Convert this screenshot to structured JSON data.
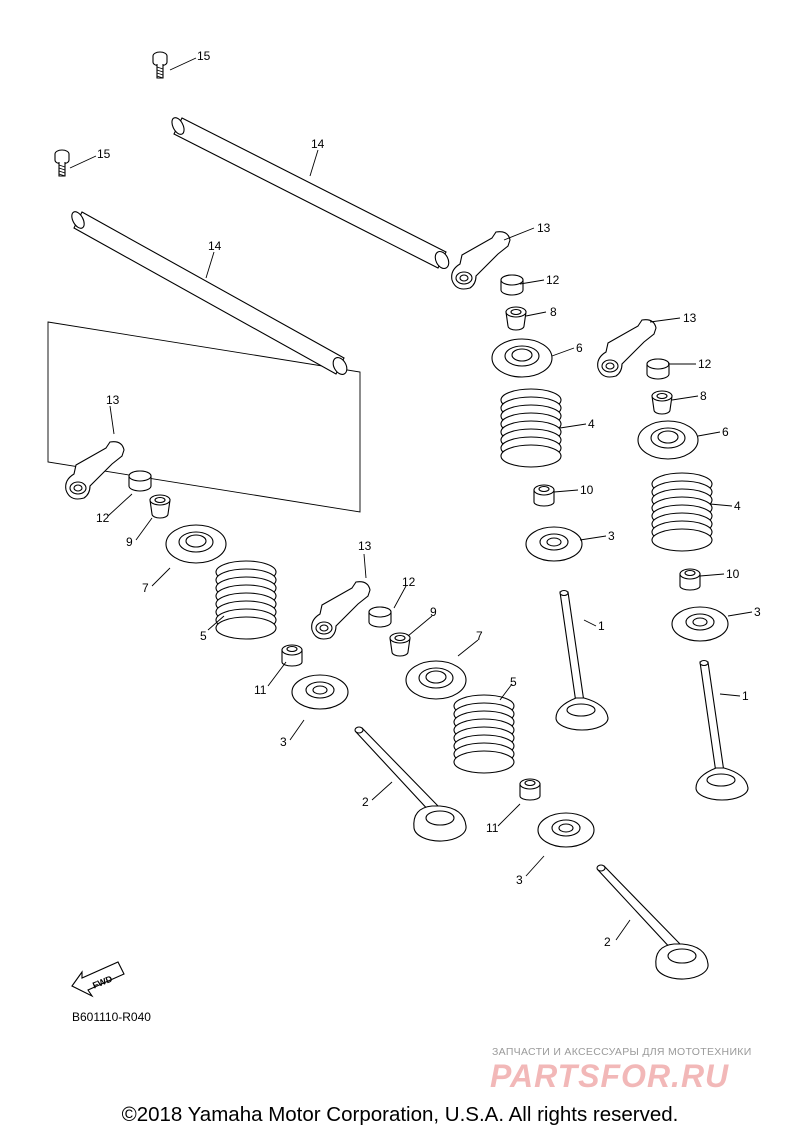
{
  "diagram": {
    "callouts": {
      "c1a": "1",
      "c1b": "1",
      "c2a": "2",
      "c2b": "2",
      "c3a": "3",
      "c3b": "3",
      "c3c": "3",
      "c3d": "3",
      "c4a": "4",
      "c4b": "4",
      "c5a": "5",
      "c5b": "5",
      "c6a": "6",
      "c6b": "6",
      "c7a": "7",
      "c7b": "7",
      "c8a": "8",
      "c8b": "8",
      "c9a": "9",
      "c9b": "9",
      "c10a": "10",
      "c10b": "10",
      "c11a": "11",
      "c11b": "11",
      "c12a": "12",
      "c12b": "12",
      "c12c": "12",
      "c12d": "12",
      "c13a": "13",
      "c13b": "13",
      "c13c": "13",
      "c13d": "13",
      "c14a": "14",
      "c14b": "14",
      "c15a": "15",
      "c15b": "15"
    },
    "fwd_label": "FWD",
    "figure_code": "B601110-R040"
  },
  "watermark": {
    "tagline": "ЗАПЧАСТИ И АКСЕССУАРЫ ДЛЯ МОТОТЕХНИКИ",
    "logo": "PARTSFOR.RU"
  },
  "footer": {
    "copyright": "©2018 Yamaha Motor Corporation, U.S.A. All rights reserved."
  }
}
